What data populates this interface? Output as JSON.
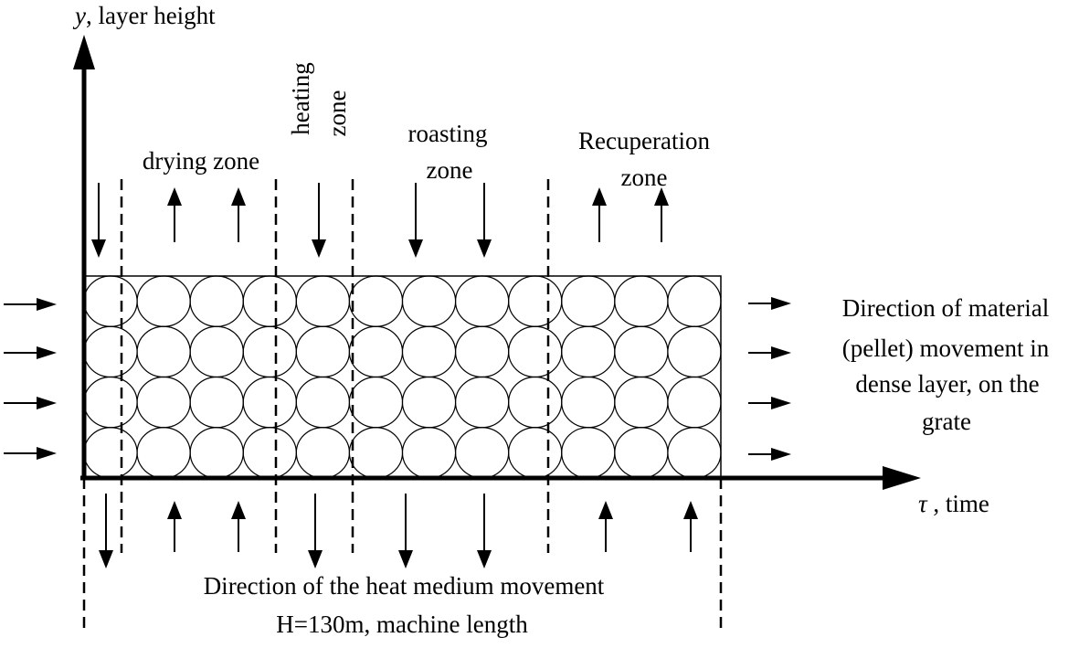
{
  "y_axis": {
    "var": "y",
    "rest": ", layer height"
  },
  "x_axis": {
    "var": "τ",
    "rest": " , time"
  },
  "zones": {
    "drying": "drying zone",
    "heating_line1": "heating",
    "heating_line2": "zone",
    "roasting_line1": "roasting",
    "roasting_line2": "zone",
    "recuperation_line1": "Recuperation",
    "recuperation_line2": "zone"
  },
  "material_direction": {
    "line1": "Direction of material",
    "line2": "(pellet) movement in",
    "line3": "dense layer, on the",
    "line4": "grate"
  },
  "bottom": {
    "line1": "Direction of the heat medium movement",
    "line2": "H=130m, machine length"
  },
  "grid": {
    "rows": 4,
    "cols": 12
  },
  "flow": {
    "top_arrows": [
      "down",
      "up",
      "up",
      "down",
      "down",
      "down",
      "up",
      "up"
    ],
    "bottom_arrows": [
      "down",
      "up",
      "up",
      "down",
      "down",
      "down",
      "up",
      "up"
    ]
  }
}
